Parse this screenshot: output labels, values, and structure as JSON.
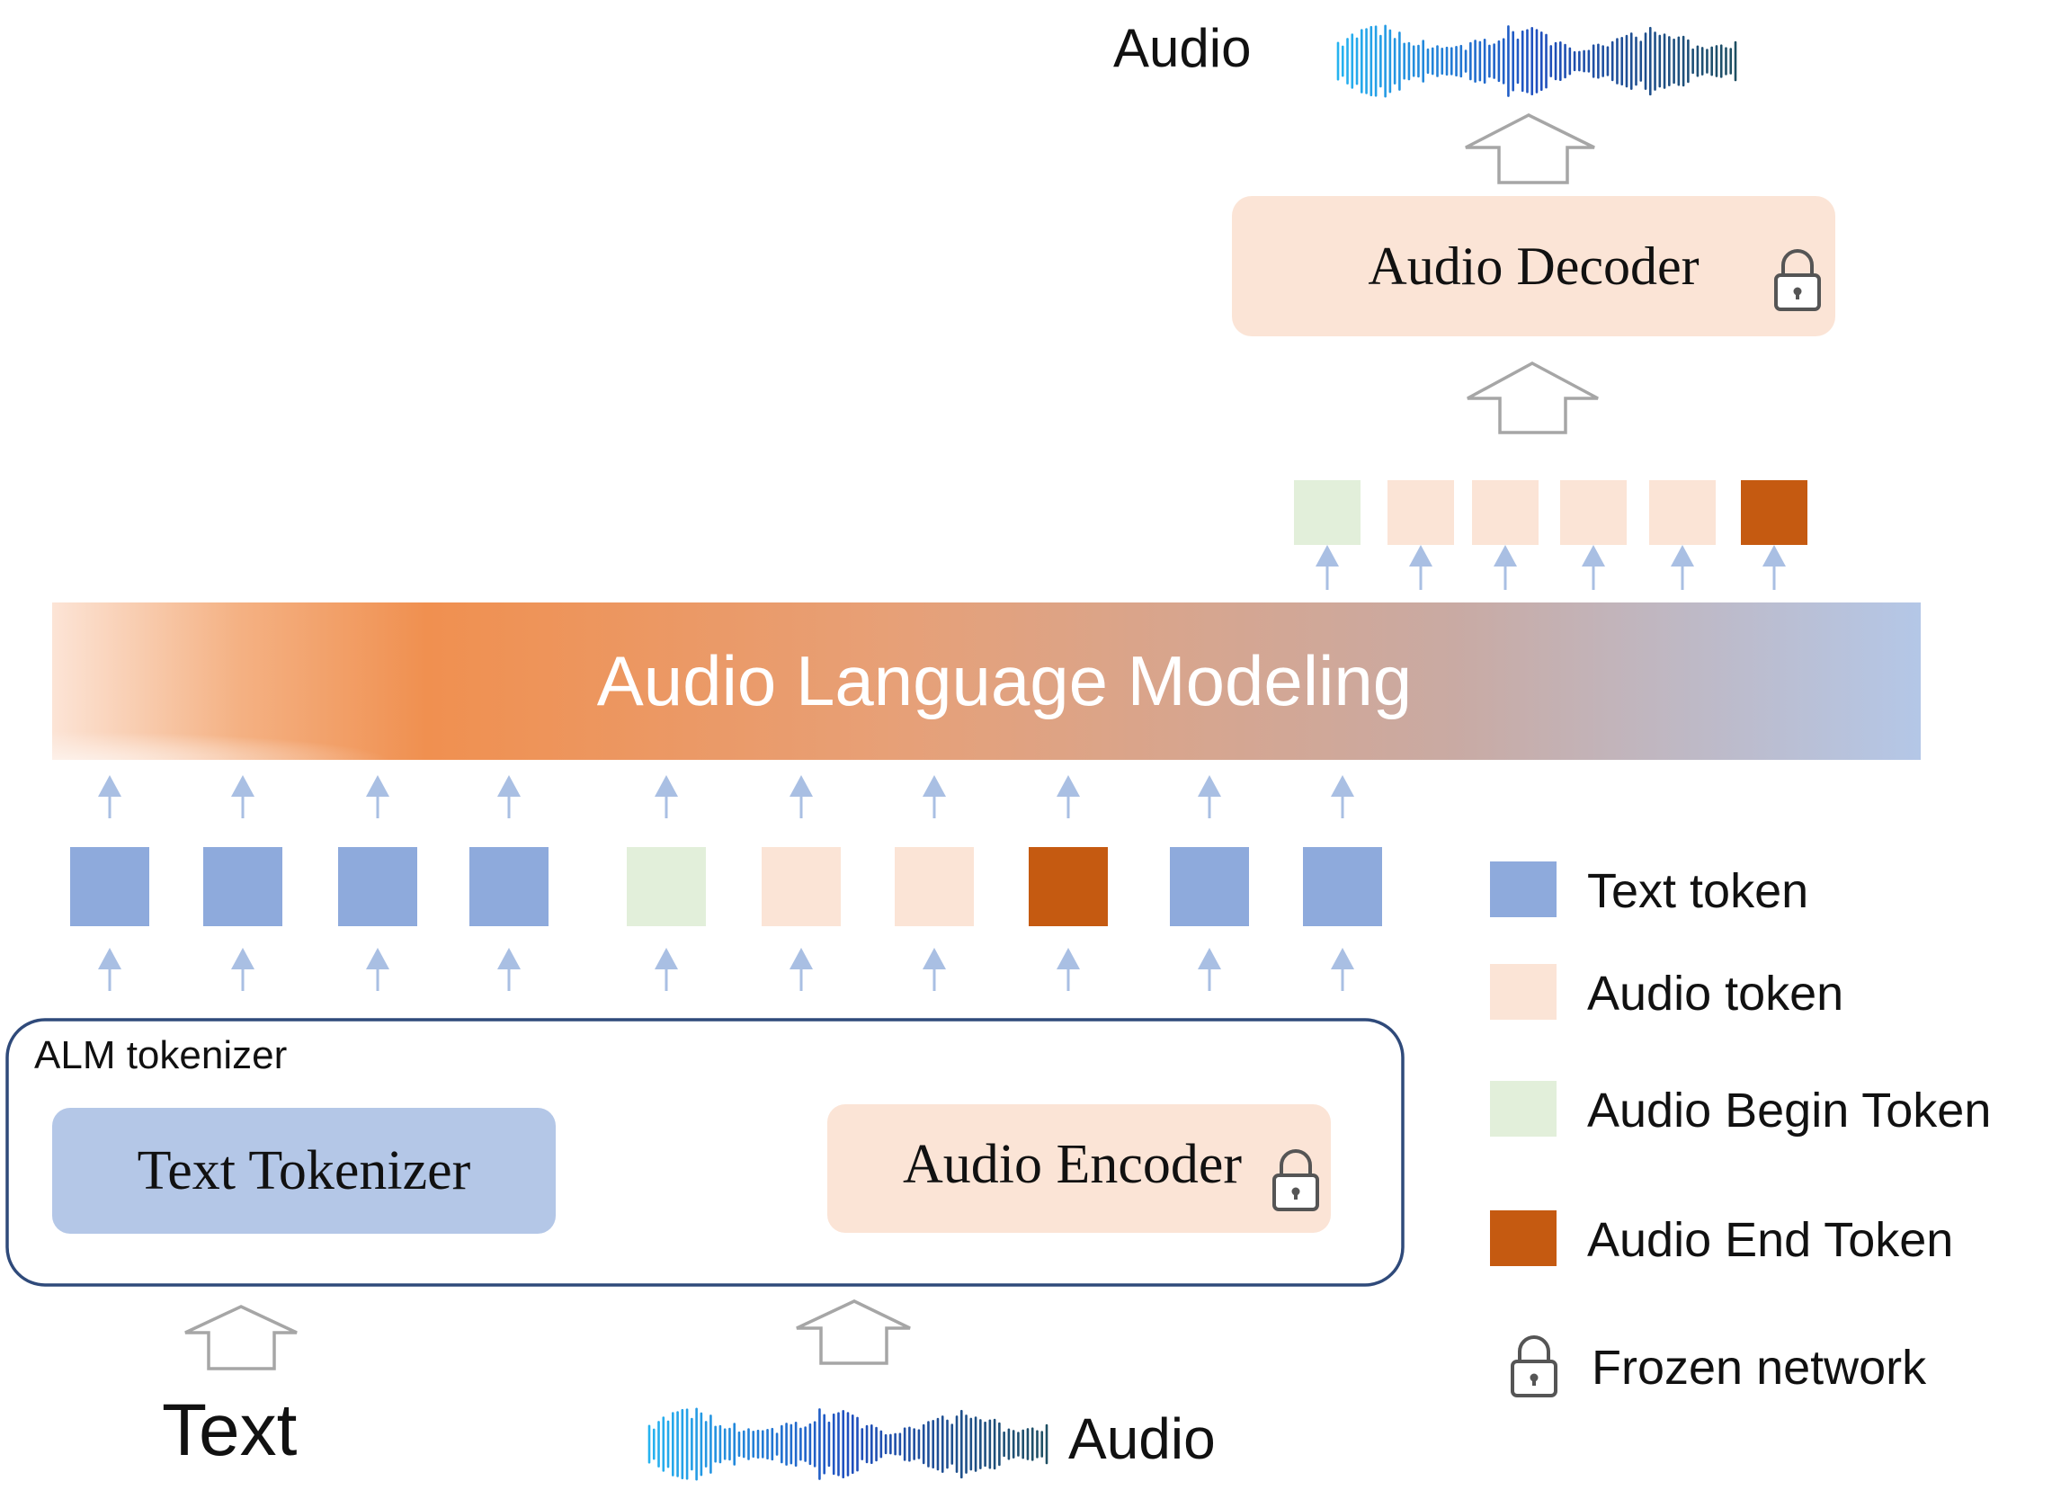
{
  "output_audio_label": "Audio",
  "audio_decoder": {
    "label": "Audio Decoder"
  },
  "output_tokens": [
    "audio-begin",
    "audio",
    "audio",
    "audio",
    "audio",
    "audio-end"
  ],
  "alm_block": {
    "label": "Audio Language Modeling"
  },
  "input_tokens": [
    "text",
    "text",
    "text",
    "text",
    "audio-begin",
    "audio",
    "audio",
    "audio-end",
    "text",
    "text"
  ],
  "tokenizer": {
    "title": "ALM tokenizer",
    "text_tokenizer": "Text Tokenizer",
    "audio_encoder": "Audio Encoder"
  },
  "inputs": {
    "text_label": "Text",
    "audio_label": "Audio"
  },
  "legend": [
    {
      "type": "text",
      "label": "Text token"
    },
    {
      "type": "audio",
      "label": "Audio token"
    },
    {
      "type": "audio-begin",
      "label": "Audio Begin Token"
    },
    {
      "type": "audio-end",
      "label": "Audio End Token"
    },
    {
      "type": "lock",
      "label": "Frozen network"
    }
  ],
  "colors": {
    "text": "#8eaadc",
    "audio": "#fbe4d6",
    "audio-begin": "#e2efda",
    "audio-end": "#c55a11",
    "text_tokenizer_bg": "#b4c7e7",
    "audio_box_bg": "#fbe4d6",
    "tokenizer_border": "#2f4a7a",
    "small_arrow": "#a9bfe3",
    "hollow_arrow": "#a6a6a6",
    "wave_light": "#25b3f0",
    "wave_mid": "#1f4fbf",
    "wave_dark": "#1e4f62",
    "gradient": [
      "#fce4d6",
      "#f4b183",
      "#f09050",
      "#e7a077",
      "#c9aaa3",
      "#b4c7e7"
    ]
  }
}
